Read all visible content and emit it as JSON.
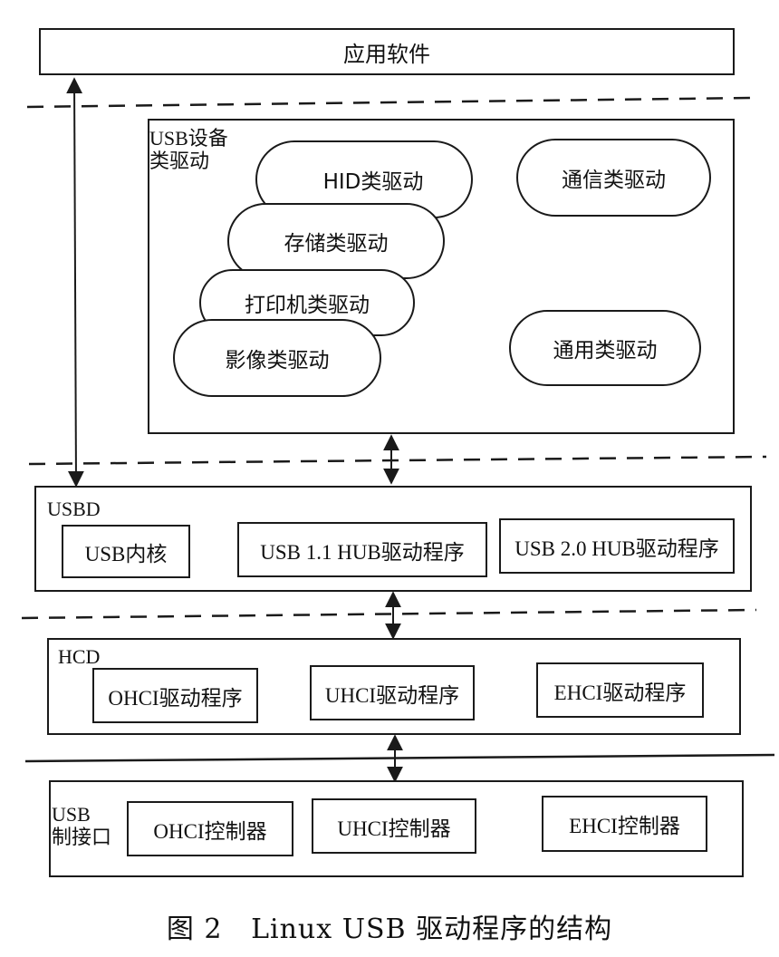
{
  "diagram": {
    "app_layer": {
      "label": "应用软件"
    },
    "device_class_layer": {
      "title_line1": "USB设备",
      "title_line2": "类驱动",
      "drivers": [
        {
          "label": "HID类驱动"
        },
        {
          "label": "存储类驱动"
        },
        {
          "label": "打印机类驱动"
        },
        {
          "label": "影像类驱动"
        },
        {
          "label": "通信类驱动"
        },
        {
          "label": "通用类驱动"
        }
      ]
    },
    "usbd_layer": {
      "title": "USBD",
      "modules": [
        {
          "label": "USB内核"
        },
        {
          "label": "USB 1.1 HUB驱动程序"
        },
        {
          "label": "USB 2.0 HUB驱动程序"
        }
      ]
    },
    "hcd_layer": {
      "title": "HCD",
      "modules": [
        {
          "label": "OHCI驱动程序"
        },
        {
          "label": "UHCI驱动程序"
        },
        {
          "label": "EHCI驱动程序"
        }
      ]
    },
    "controller_layer": {
      "title_line1": "USB",
      "title_line2": "制接口",
      "modules": [
        {
          "label": "OHCI控制器"
        },
        {
          "label": "UHCI控制器"
        },
        {
          "label": "EHCI控制器"
        }
      ]
    },
    "separators": [
      "dashed",
      "dashed",
      "dashed",
      "solid"
    ],
    "connections": [
      {
        "from": "应用软件",
        "to": "USBD",
        "direction": "bidirectional"
      },
      {
        "from": "USB设备类驱动",
        "to": "USBD",
        "direction": "bidirectional"
      },
      {
        "from": "USBD",
        "to": "HCD",
        "direction": "bidirectional"
      },
      {
        "from": "HCD",
        "to": "USB制接口",
        "direction": "bidirectional"
      }
    ]
  },
  "caption": "图 2   Linux USB 驱动程序的结构"
}
